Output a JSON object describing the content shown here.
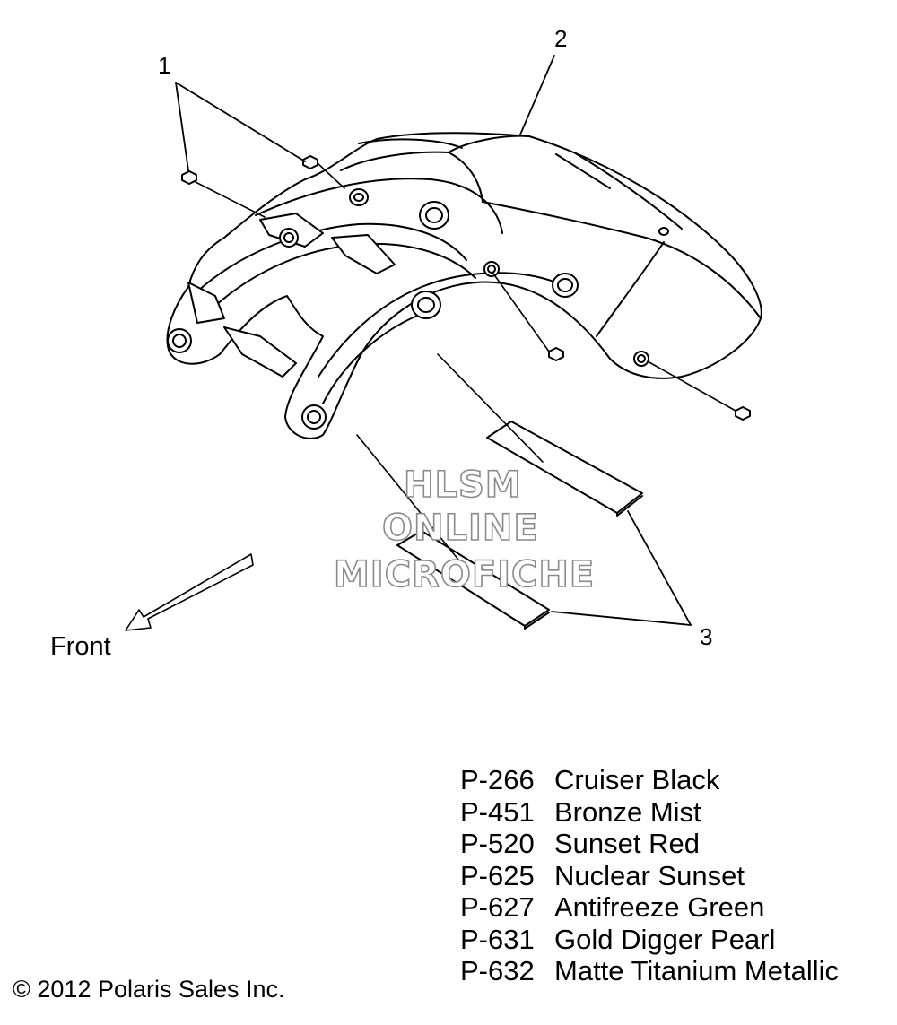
{
  "callouts": [
    {
      "id": "1",
      "label": "1"
    },
    {
      "id": "2",
      "label": "2"
    },
    {
      "id": "3",
      "label": "3"
    }
  ],
  "front_label": "Front",
  "watermark": {
    "line1": "HLSM",
    "line2": "ONLINE",
    "line3": "MICROFICHE"
  },
  "paint_codes": [
    {
      "code": "P-266",
      "name": "Cruiser Black"
    },
    {
      "code": "P-451",
      "name": "Bronze Mist"
    },
    {
      "code": "P-520",
      "name": "Sunset Red"
    },
    {
      "code": "P-625",
      "name": "Nuclear Sunset"
    },
    {
      "code": "P-627",
      "name": "Antifreeze Green"
    },
    {
      "code": "P-631",
      "name": "Gold Digger Pearl"
    },
    {
      "code": "P-632",
      "name": "Matte Titanium Metallic"
    }
  ],
  "copyright": "© 2012 Polaris Sales Inc."
}
